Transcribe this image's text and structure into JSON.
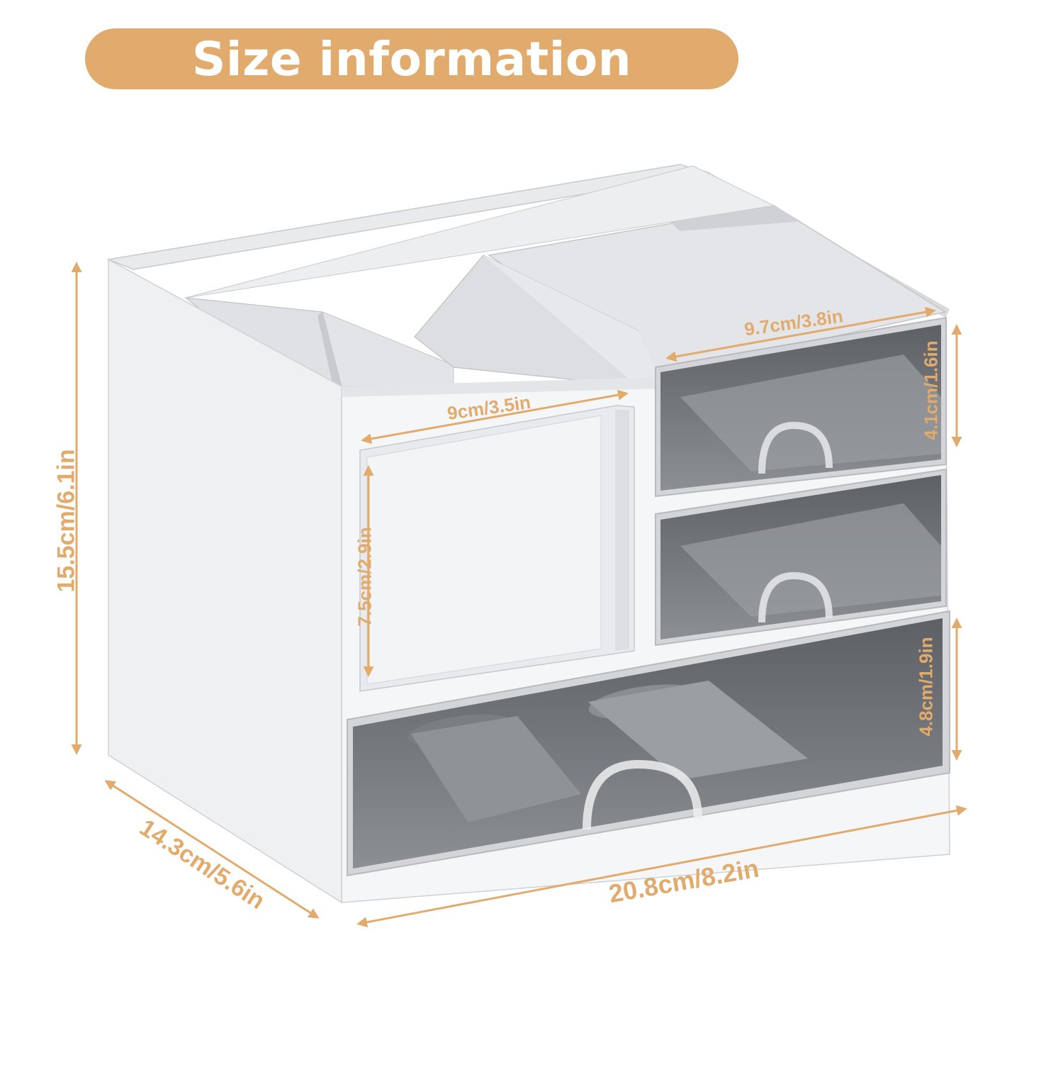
{
  "banner": {
    "title": "Size information"
  },
  "colors": {
    "accent": "#e2ab6e",
    "body": "#f4f5f7",
    "drawer_tint": "#6f7277",
    "drawer_dark": "#55585c"
  },
  "dimensions": {
    "height": "15.5cm/6.1in",
    "depth": "14.3cm/5.6in",
    "width": "20.8cm/8.2in",
    "panel_width": "9cm/3.5in",
    "panel_height": "7.5cm/2.9in",
    "drawer_width": "9.7cm/3.8in",
    "small_drawer_height": "4.1cm/1.6in",
    "large_drawer_height": "4.8cm/1.9in"
  }
}
